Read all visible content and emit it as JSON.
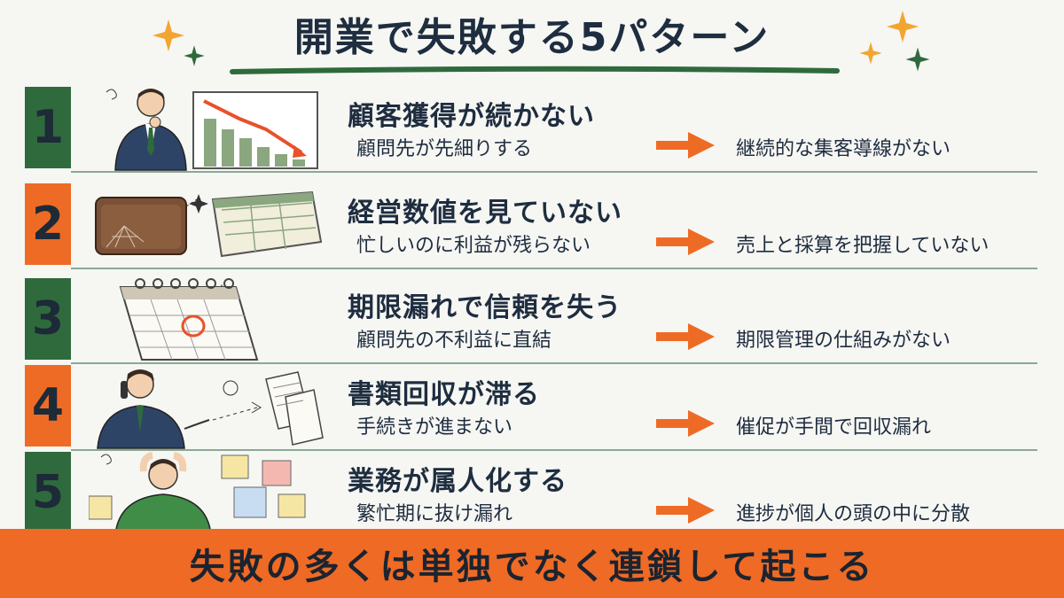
{
  "title": "開業で失敗する5パターン",
  "colors": {
    "green": "#2f6a3c",
    "orange": "#ee6b25",
    "navy": "#1e2d3f",
    "footer": "#ef6a24"
  },
  "rows": [
    {
      "number": "1",
      "heading": "顧客獲得が続かない",
      "symptom": "顧問先が先細りする",
      "cause": "継続的な集客導線がない",
      "icon": "worried-man-declining-chart"
    },
    {
      "number": "2",
      "heading": "経営数値を見ていない",
      "symptom": "忙しいのに利益が残らない",
      "cause": "売上と採算を把握していない",
      "icon": "empty-wallet-spreadsheet"
    },
    {
      "number": "3",
      "heading": "期限漏れで信頼を失う",
      "symptom": "顧問先の不利益に直結",
      "cause": "期限管理の仕組みがない",
      "icon": "calendar-circled-date"
    },
    {
      "number": "4",
      "heading": "書類回収が滞る",
      "symptom": "手続きが進まない",
      "cause": "催促が手間で回収漏れ",
      "icon": "man-on-phone-documents"
    },
    {
      "number": "5",
      "heading": "業務が属人化する",
      "symptom": "繁忙期に抜け漏れ",
      "cause": "進捗が個人の頭の中に分散",
      "icon": "stressed-man-sticky-notes"
    }
  ],
  "footer": "失敗の多くは単独でなく連鎖して起こる"
}
